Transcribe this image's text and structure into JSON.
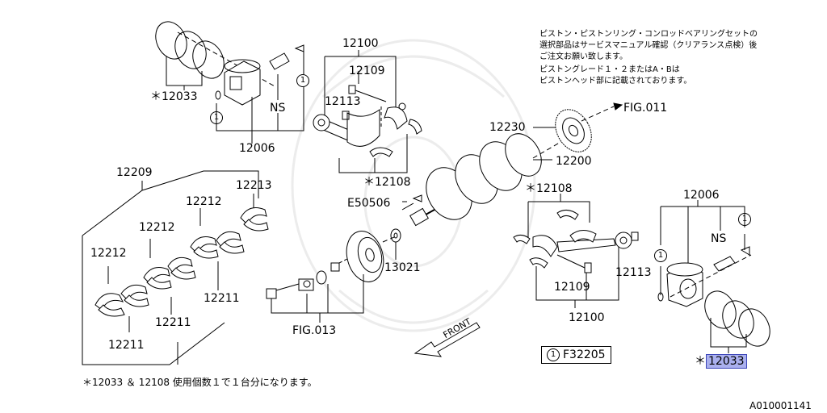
{
  "notes": {
    "top_right_lines": [
      "ピストン・ピストンリング・コンロッドベアリングセットの",
      "選択部品はサービスマニュアル確認（クリアランス点検）後",
      "ご注文お願い致します。",
      "ピストングレード１・２またはA・Bは",
      "ピストンヘッド部に記載されております。"
    ],
    "bottom_note": "＊12033 ＆ 12108 使用個数１で１台分になります。"
  },
  "refs": {
    "fig011": "FIG.011",
    "fig013": "FIG.013",
    "front": "FRONT",
    "circle_one": "1",
    "ref_code": "F32205"
  },
  "parts": {
    "p12033_top": "＊12033",
    "p12033_br": "12033",
    "asterisk": "＊",
    "p12100_top": "12100",
    "p12109_top": "12109",
    "p12113_top": "12113",
    "p12006_top": "12006",
    "p12108_top": "＊12108",
    "ns_top": "NS",
    "p12230": "12230",
    "p12200": "12200",
    "p12209": "12209",
    "p12213": "12213",
    "p12212_a": "12212",
    "p12212_b": "12212",
    "p12212_c": "12212",
    "p12211_a": "12211",
    "p12211_b": "12211",
    "p12211_c": "12211",
    "e50506": "E50506",
    "p13021": "13021",
    "p12108_right": "＊12108",
    "p12006_right": "12006",
    "ns_right": "NS",
    "p12109_right": "12109",
    "p12113_right": "12113",
    "p12100_right": "12100"
  },
  "image_id": "A010001141"
}
